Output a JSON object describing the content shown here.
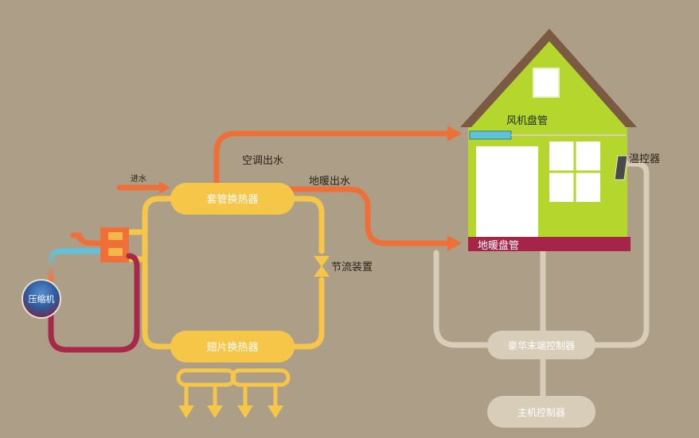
{
  "labels": {
    "inlet_water": "进水",
    "ac_water_out": "空调出水",
    "floor_heat_water_out": "地暖出水",
    "tube_heat_exchanger": "套管换热器",
    "throttle_device": "节流装置",
    "fin_heat_exchanger": "翅片换热器",
    "compressor": "压缩机",
    "fan_coil": "风机盘管",
    "thermostat": "温控器",
    "floor_heating_pipe": "地暖盘管",
    "deluxe_terminal_controller": "豪华末端控制器",
    "main_controller": "主机控制器"
  },
  "colors": {
    "background": "#ad9f87",
    "hot_pipe": "#ee7038",
    "refrigerant_pipe": "#f6c649",
    "hot_gas_pipe": "#a82848",
    "control_wire": "#d8cdb8",
    "house_wall": "#b5d62c",
    "roof": "#7a5a40",
    "floor_strip": "#a52448",
    "fan_coil_unit": "#5ec3d8"
  }
}
